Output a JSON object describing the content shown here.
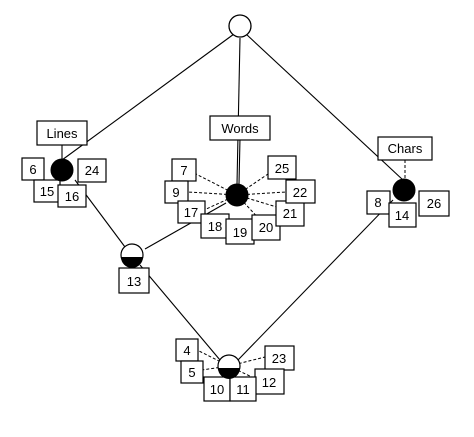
{
  "concept_labels": {
    "lines": "Lines",
    "words": "Words",
    "chars": "Chars"
  },
  "nodes": {
    "top": {
      "fill": "empty",
      "ids": []
    },
    "lines": {
      "fill": "full",
      "ids": [
        "6",
        "24",
        "15",
        "16"
      ]
    },
    "words": {
      "fill": "full",
      "ids": [
        "7",
        "25",
        "9",
        "22",
        "17",
        "21",
        "18",
        "19",
        "20"
      ]
    },
    "chars": {
      "fill": "full",
      "ids": [
        "8",
        "14",
        "26"
      ]
    },
    "lines_words": {
      "fill": "half",
      "ids": [
        "13"
      ]
    },
    "bottom": {
      "fill": "half",
      "ids": [
        "4",
        "23",
        "5",
        "10",
        "11",
        "12"
      ]
    }
  }
}
